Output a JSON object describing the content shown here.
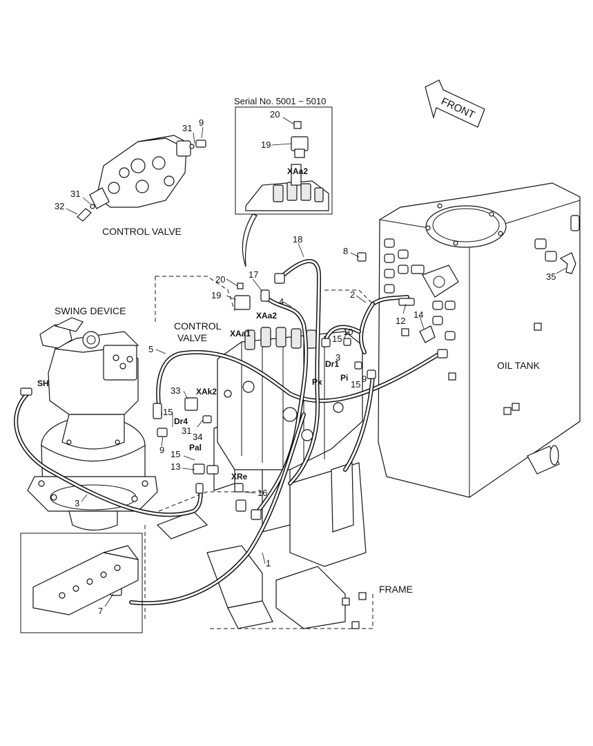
{
  "captions": {
    "serial": "Serial No. 5001 ~ 5010",
    "front": "FRONT",
    "control_valve_detail": "CONTROL VALVE",
    "swing_device": "SWING DEVICE",
    "control_valve_line1": "CONTROL",
    "control_valve_line2": "VALVE",
    "oil_tank": "OIL TANK",
    "frame": "FRAME"
  },
  "ports": {
    "sh": "SH",
    "xaa2_inset": "XAa2",
    "xaa2": "XAa2",
    "xaa1": "XAa1",
    "xak2": "XAk2",
    "dr4": "Dr4",
    "pal": "Pal",
    "xre": "XRe",
    "dr1": "Dr1",
    "px": "Px",
    "pi": "Pi"
  },
  "part_numbers": {
    "p9_top": "9",
    "p31_top": "31",
    "p31_mid": "31",
    "p32": "32",
    "p20_inset": "20",
    "p19_inset": "19",
    "p18": "18",
    "p8": "8",
    "p35": "35",
    "p20": "20",
    "p17": "17",
    "p19": "19",
    "p4": "4",
    "p2": "2",
    "p12": "12",
    "p14": "14",
    "p10": "10",
    "p15_right": "15",
    "p3_right": "3",
    "p15_right2": "15",
    "p9_right": "9",
    "p5": "5",
    "p33": "33",
    "p15_left": "15",
    "p31_left": "31",
    "p34": "34",
    "p9_left": "9",
    "p15_pal": "15",
    "p13": "13",
    "p16": "16",
    "p3_left": "3",
    "p1": "1",
    "p7": "7"
  }
}
